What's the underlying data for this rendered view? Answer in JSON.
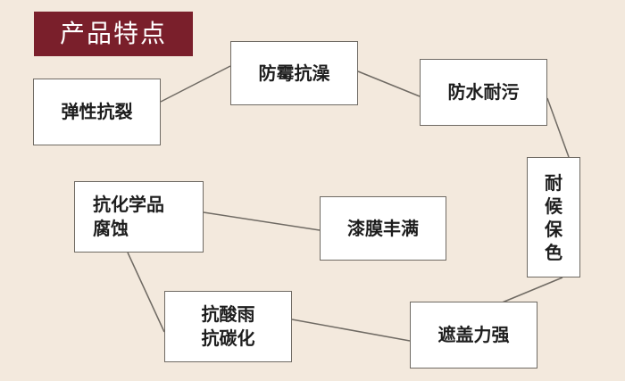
{
  "title": "产品特点",
  "nodes": {
    "tanxing": "弹性抗裂",
    "fangmei": "防霉抗澡",
    "fangshui": "防水耐污",
    "naihou": "耐候保色",
    "kanghua": "抗化学品\n腐蚀",
    "qimo": "漆膜丰满",
    "kangsuan": "抗酸雨\n抗碳化",
    "zhegai": "遮盖力强"
  },
  "colors": {
    "background": "#f3e9dd",
    "title_banner": "#7a1f2b",
    "node_fill": "#ffffff",
    "connector": "#6f6a63"
  }
}
